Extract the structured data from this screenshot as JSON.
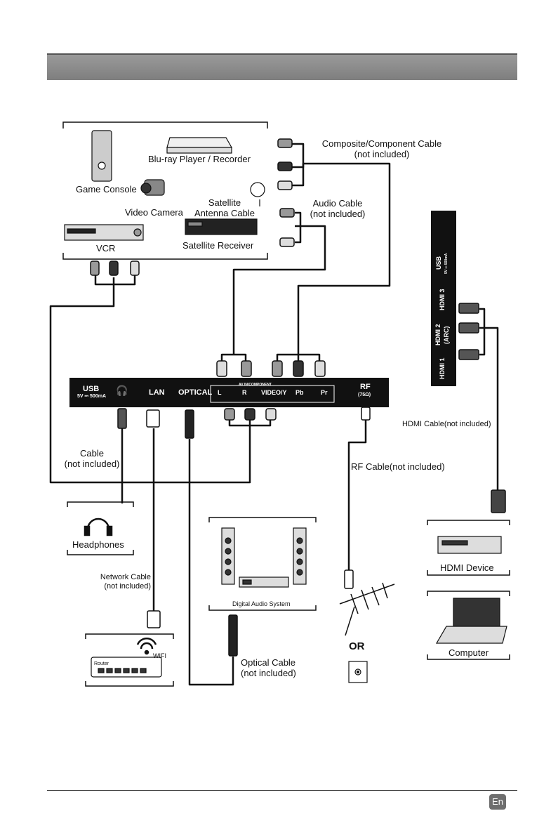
{
  "devices": {
    "game_console": "Game Console",
    "bluray": "Blu-ray Player / Recorder",
    "video_camera": "Video Camera",
    "satellite_antenna_cable_line1": "Satellite",
    "satellite_antenna_cable_line2": "Antenna Cable",
    "vcr": "VCR",
    "satellite_receiver": "Satellite Receiver",
    "headphones": "Headphones",
    "digital_audio_system": "Digital Audio System",
    "router": "Router",
    "wifi": "WIFI",
    "hdmi_device": "HDMI Device",
    "computer": "Computer",
    "or": "OR"
  },
  "cables": {
    "composite_line1": "Composite/Component Cable",
    "composite_line2": "(not included)",
    "audio_line1": "Audio Cable",
    "audio_line2": "(not included)",
    "cable_line1": "Cable",
    "cable_line2": "(not included)",
    "hdmi": "HDMI Cable(not included)",
    "rf": "RF Cable(not included)",
    "network_line1": "Network Cable",
    "network_line2": "(not included)",
    "optical_line1": "Optical Cable",
    "optical_line2": "(not included)"
  },
  "rear_panel": {
    "usb": "USB",
    "usb_rating": "5V ⎓ 500mA",
    "lan": "LAN",
    "optical": "OPTICAL",
    "av_in_component": "AV IN/COMPONENT",
    "l": "L",
    "r": "R",
    "video_y": "VIDEO/Y",
    "pb": "Pb",
    "pr": "Pr",
    "rf": "RF",
    "rf_ohm": "(75Ω)"
  },
  "side_panel": {
    "usb": "USB",
    "usb_rating": "5V ⎓ 500mA",
    "hdmi3": "HDMI 3",
    "hdmi2": "HDMI 2",
    "hdmi2_arc": "(ARC)",
    "hdmi1": "HDMI 1"
  },
  "footer": {
    "language_badge": "En"
  }
}
